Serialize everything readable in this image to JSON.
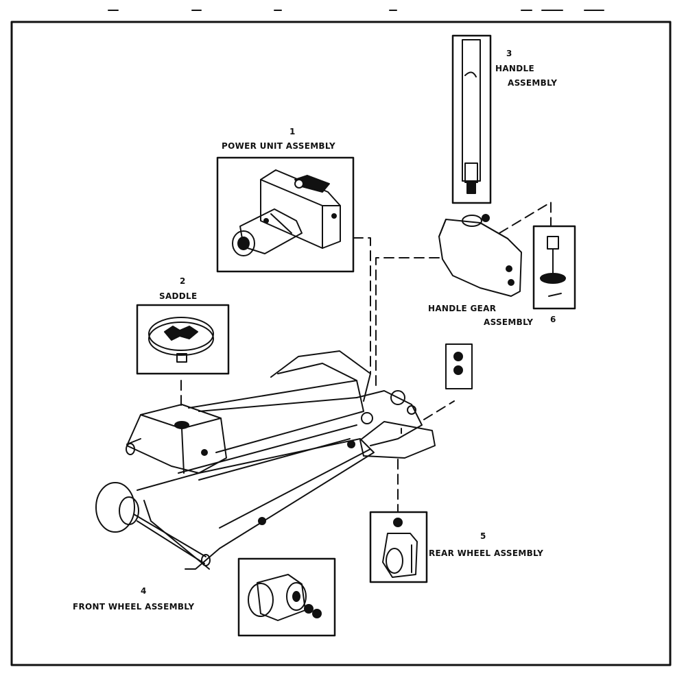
{
  "colors": {
    "ink": "#111111",
    "paper": "#ffffff"
  },
  "parts": [
    {
      "number": "1",
      "name": "POWER UNIT ASSEMBLY",
      "icon": "power-unit-icon"
    },
    {
      "number": "2",
      "name": "SADDLE",
      "icon": "saddle-icon"
    },
    {
      "number": "3",
      "name_line1": "HANDLE",
      "name_line2": "ASSEMBLY",
      "icon": "handle-icon"
    },
    {
      "number": "4",
      "name": "FRONT WHEEL ASSEMBLY",
      "icon": "front-wheel-icon"
    },
    {
      "number": "5",
      "name": "REAR WHEEL ASSEMBLY",
      "icon": "rear-wheel-icon"
    },
    {
      "number": "6",
      "icon": "handle-shaft-icon"
    }
  ],
  "handle_gear": {
    "line1": "HANDLE GEAR",
    "line2": "ASSEMBLY",
    "icon": "handle-gear-icon"
  },
  "jack_body": {
    "icon": "floor-jack-icon"
  }
}
